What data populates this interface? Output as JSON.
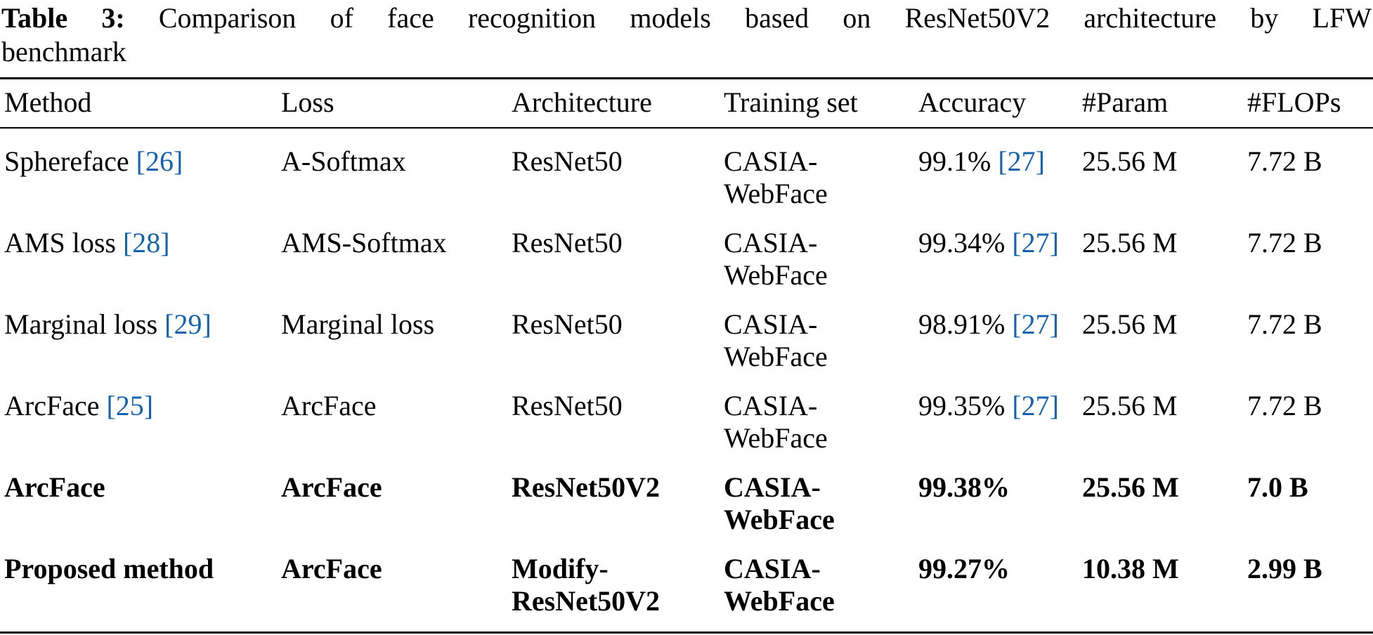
{
  "caption": {
    "label": "Table 3:",
    "line1": "Comparison of face recognition models based on ResNet50V2 architecture by LFW",
    "line2": "benchmark"
  },
  "table": {
    "headers": [
      "Method",
      "Loss",
      "Architecture",
      "Training set",
      "Accuracy",
      "#Param",
      "#FLOPs"
    ],
    "rows": [
      {
        "method": "Sphereface",
        "method_cite": "[26]",
        "loss": "A-Softmax",
        "architecture": "ResNet50",
        "training_set": "CASIA-WebFace",
        "accuracy": "99.1%",
        "accuracy_cite": "[27]",
        "param": "25.56 M",
        "flops": "7.72 B"
      },
      {
        "method": "AMS loss",
        "method_cite": "[28]",
        "loss": "AMS-Softmax",
        "architecture": "ResNet50",
        "training_set": "CASIA-WebFace",
        "accuracy": "99.34%",
        "accuracy_cite": "[27]",
        "param": "25.56 M",
        "flops": "7.72 B"
      },
      {
        "method": "Marginal loss",
        "method_cite": "[29]",
        "loss": "Marginal loss",
        "architecture": "ResNet50",
        "training_set": "CASIA-WebFace",
        "accuracy": "98.91%",
        "accuracy_cite": "[27]",
        "param": "25.56 M",
        "flops": "7.72 B"
      },
      {
        "method": "ArcFace",
        "method_cite": "[25]",
        "loss": "ArcFace",
        "architecture": "ResNet50",
        "training_set": "CASIA-WebFace",
        "accuracy": "99.35%",
        "accuracy_cite": "[27]",
        "param": "25.56 M",
        "flops": "7.72 B"
      },
      {
        "method": "ArcFace",
        "method_cite": "",
        "loss": "ArcFace",
        "architecture": "ResNet50V2",
        "training_set": "CASIA-WebFace",
        "accuracy": "99.38%",
        "accuracy_cite": "",
        "param": "25.56 M",
        "flops": "7.0 B"
      },
      {
        "method": "Proposed method",
        "method_cite": "",
        "loss": "ArcFace",
        "architecture": "Modify-ResNet50V2",
        "training_set": "CASIA-WebFace",
        "accuracy": "99.27%",
        "accuracy_cite": "",
        "param": "10.38 M",
        "flops": "2.99 B"
      }
    ]
  },
  "colors": {
    "citation_blue": "#1563af",
    "text": "#000000",
    "background": "#ffffff"
  }
}
